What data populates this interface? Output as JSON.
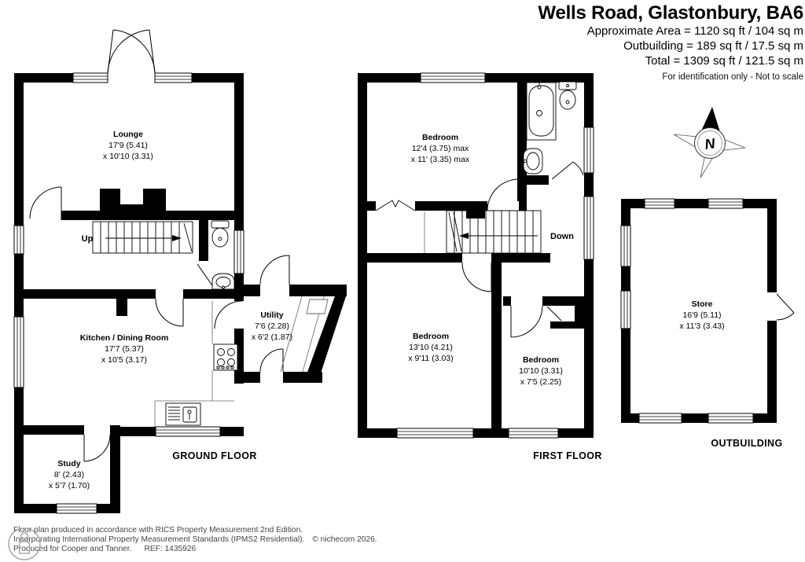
{
  "header": {
    "title": "Wells Road, Glastonbury, BA6",
    "approx_area": "Approximate Area = 1120 sq ft / 104 sq m",
    "outbuilding_area": "Outbuilding = 189 sq ft / 17.5 sq m",
    "total_area": "Total = 1309 sq ft / 121.5 sq m",
    "disclaimer": "For identification only - Not to scale"
  },
  "compass": {
    "north_label": "N"
  },
  "floors": {
    "ground": {
      "label": "GROUND FLOOR",
      "stairs_label": "Up",
      "rooms": {
        "lounge": {
          "name": "Lounge",
          "dims_l1": "17'9 (5.41)",
          "dims_l2": "x 10'10 (3.31)"
        },
        "kitchen": {
          "name": "Kitchen / Dining Room",
          "dims_l1": "17'7 (5.37)",
          "dims_l2": "x 10'5 (3.17)"
        },
        "utility": {
          "name": "Utility",
          "dims_l1": "7'6 (2.28)",
          "dims_l2": "x 6'2 (1.87)"
        },
        "study": {
          "name": "Study",
          "dims_l1": "8' (2.43)",
          "dims_l2": "x 5'7 (1.70)"
        }
      }
    },
    "first": {
      "label": "FIRST FLOOR",
      "stairs_label": "Down",
      "rooms": {
        "bedroom1": {
          "name": "Bedroom",
          "dims_l1": "12'4 (3.75) max",
          "dims_l2": "x 11' (3.35) max"
        },
        "bedroom2": {
          "name": "Bedroom",
          "dims_l1": "13'10 (4.21)",
          "dims_l2": "x 9'11 (3.03)"
        },
        "bedroom3": {
          "name": "Bedroom",
          "dims_l1": "10'10 (3.31)",
          "dims_l2": "x 7'5 (2.25)"
        }
      }
    },
    "outbuilding": {
      "label": "OUTBUILDING",
      "rooms": {
        "store": {
          "name": "Store",
          "dims_l1": "16'9 (5.11)",
          "dims_l2": "x 11'3 (3.43)"
        }
      }
    }
  },
  "footer": {
    "line1": "Floor plan produced in accordance with RICS Property Measurement 2nd Edition.",
    "line2": "Incorporating International Property Measurement Standards (IPMS2 Residential).",
    "copyright": "© nichecom 2026.",
    "line3": "Produced for Cooper and Tanner.",
    "ref": "REF: 1435926"
  }
}
